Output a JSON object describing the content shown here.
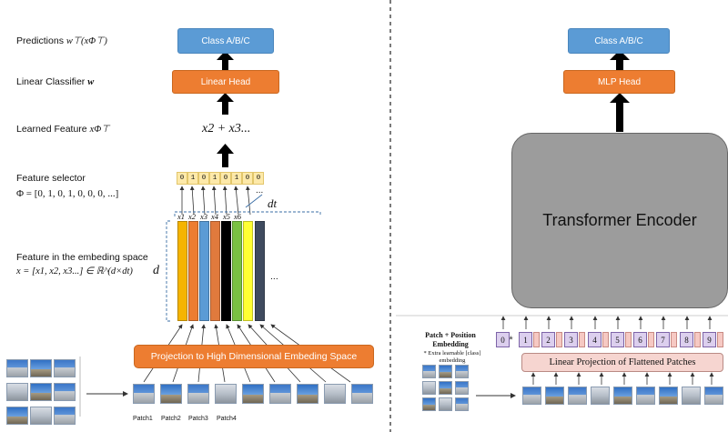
{
  "left": {
    "labels": {
      "predictions_text": "Predictions",
      "predictions_math": "w⊤(xΦ⊤)",
      "linear_classifier_text": "Linear Classifier",
      "linear_classifier_math": "w",
      "learned_feature_text": "Learned Feature",
      "learned_feature_math": "xΦ⊤",
      "feature_selector": "Feature selector",
      "phi_def": "Φ = [0, 1, 0, 1, 0, 0, 0, ...]",
      "embedding_space": "Feature in the embeding space",
      "x_def": "x = [x1, x2, x3...] ∈ ℝ^(d×dt)"
    },
    "class_box": "Class A/B/C",
    "head_box": "Linear Head",
    "sum_expr": "x2 + x3...",
    "selector_bits": [
      "0",
      "1",
      "0",
      "1",
      "0",
      "1",
      "0",
      "0"
    ],
    "selector_ellipsis": "...",
    "dt_label": "dt",
    "d_label": "d",
    "feature_labels": [
      "x1",
      "x2",
      "x3",
      "x4",
      "x5",
      "x6"
    ],
    "bars_ellipsis": "...",
    "bar_colors": [
      "#f5b400",
      "#ed7d31",
      "#5b9bd5",
      "#e07a3d",
      "#000000",
      "#7ac143",
      "#ffff33",
      "#3f4b5f"
    ],
    "projection_box": "Projection to High Dimensional Embeding Space",
    "patch_labels": [
      "Patch1",
      "Patch2",
      "Patch3",
      "Patch4"
    ]
  },
  "right": {
    "class_box": "Class A/B/C",
    "head_box": "MLP Head",
    "encoder": "Transformer Encoder",
    "patch_pos_title": "Patch + Position Embedding",
    "extra_note": "* Extra learnable [class] embedding",
    "linear_proj": "Linear Projection of Flattened Patches",
    "tokens": [
      "0",
      "1",
      "2",
      "3",
      "4",
      "5",
      "6",
      "7",
      "8",
      "9"
    ],
    "token_star": "*"
  }
}
